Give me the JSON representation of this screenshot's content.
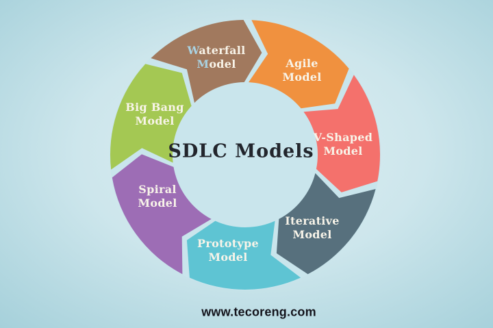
{
  "diagram": {
    "title": "SDLC Models",
    "type": "cycle-arrow-ring",
    "segment_order": "clockwise from top"
  },
  "segments": [
    {
      "id": "waterfall-model",
      "line1": "Waterfall",
      "line2": "Model",
      "color": "#a1795e"
    },
    {
      "id": "agile-model",
      "line1": "Agile",
      "line2": "Model",
      "color": "#f0913f"
    },
    {
      "id": "v-shaped-model",
      "line1": "V-Shaped",
      "line2": "Model",
      "color": "#f4716c"
    },
    {
      "id": "iterative-model",
      "line1": "Iterative",
      "line2": "Model",
      "color": "#57707d"
    },
    {
      "id": "prototype-model",
      "line1": "Prototype",
      "line2": "Model",
      "color": "#5ec4d3"
    },
    {
      "id": "spiral-model",
      "line1": "Spiral",
      "line2": "Model",
      "color": "#9d6db5"
    },
    {
      "id": "big-bang-model",
      "line1": "Big Bang",
      "line2": "Model",
      "color": "#a4c853"
    }
  ],
  "footer": {
    "url": "www.tecoreng.com"
  },
  "colors": {
    "background_center": "#ddeef2",
    "background_edge": "#82bbcb",
    "ring_gap_and_hole": "#c9e5ec",
    "label_text": "#f8f4e9",
    "waterfall_initials": "#a9d2e2",
    "title_text": "#22252c",
    "footer_text": "#14141c"
  }
}
